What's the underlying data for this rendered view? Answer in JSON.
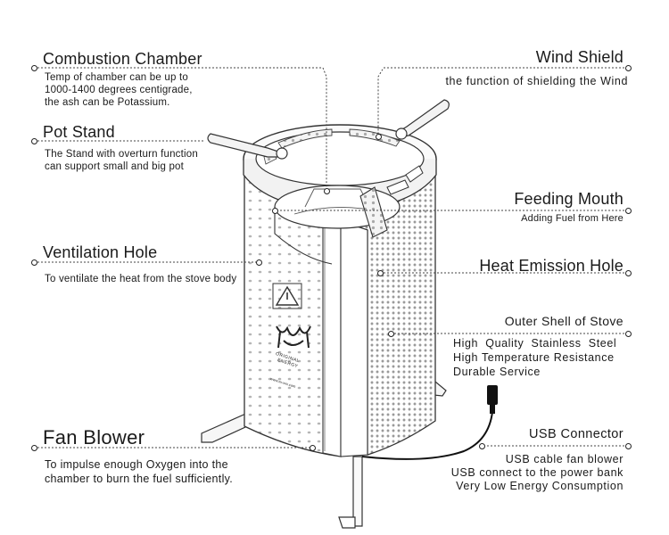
{
  "labels": {
    "combustion_chamber": {
      "title": "Combustion Chamber",
      "lines": [
        "Temp of chamber can be up to",
        "1000-1400 degrees centigrade,",
        "the ash can be Potassium."
      ]
    },
    "wind_shield": {
      "title": "Wind Shield",
      "lines": [
        "the function of shielding the Wind"
      ]
    },
    "pot_stand": {
      "title": "Pot Stand",
      "lines": [
        "The Stand with overturn function",
        "can support small and big pot"
      ]
    },
    "feeding_mouth": {
      "title": "Feeding Mouth",
      "lines": [
        "Adding Fuel from Here"
      ]
    },
    "ventilation_hole": {
      "title": "Ventilation Hole",
      "lines": [
        "To ventilate the heat from the stove body"
      ]
    },
    "heat_emission_hole": {
      "title": "Heat Emission Hole",
      "lines": []
    },
    "outer_shell": {
      "title": "Outer Shell of Stove",
      "lines": [
        "High  Quality  Stainless  Steel",
        "High Temperature Resistance",
        "Durable Service"
      ]
    },
    "fan_blower": {
      "title": "Fan Blower",
      "lines": [
        "To impulse enough Oxygen into the",
        "chamber to burn the fuel sufficiently."
      ]
    },
    "usb_connector": {
      "title": "USB Connector",
      "lines": [
        "USB cable fan blower",
        "USB connect to the power bank",
        "Very Low Energy Consumption"
      ]
    }
  },
  "stove_print": {
    "brand_line1": "ORIGINAL",
    "brand_line2": "ENERGY",
    "url": "www.xx-xxx.com"
  }
}
